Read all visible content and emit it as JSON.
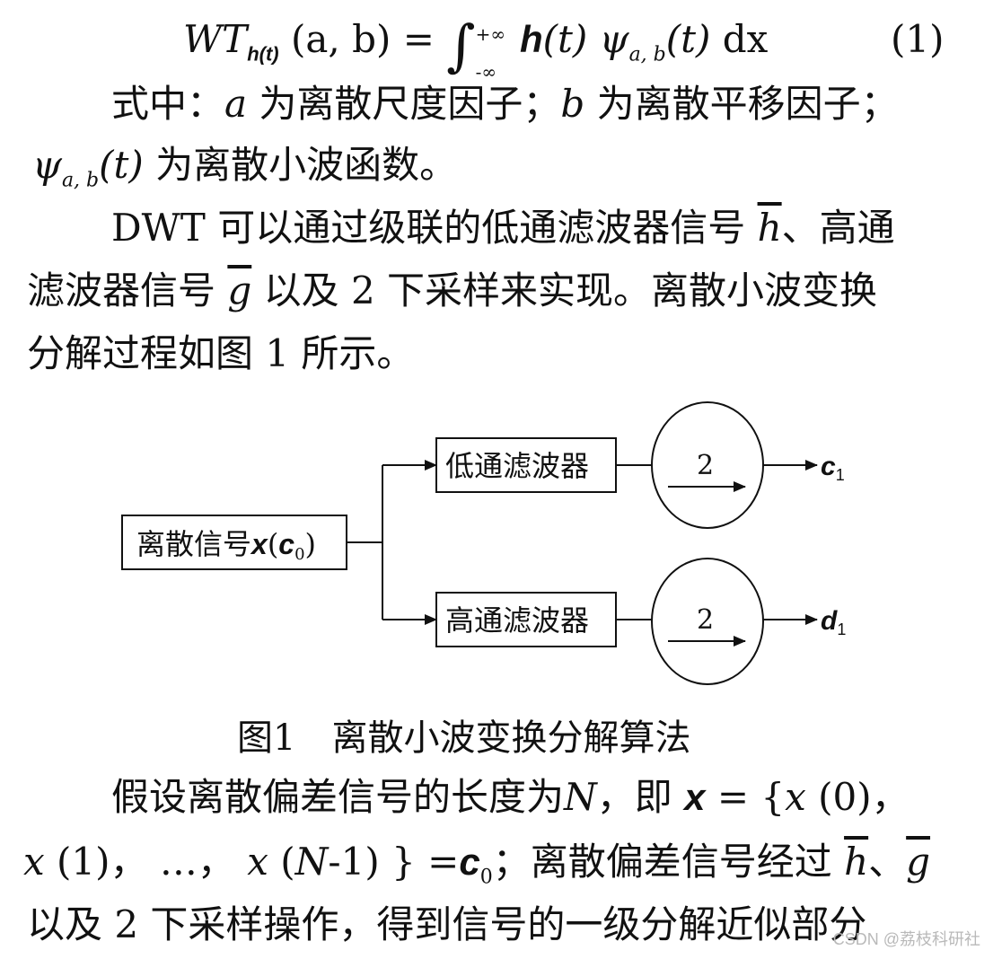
{
  "equation": {
    "lhs": "WT",
    "lhs_sub": "h(t)",
    "args": "(a, b) =",
    "int_upper": "+∞",
    "int_lower": "-∞",
    "integrand_h": "h",
    "integrand_t1": "(t)",
    "psi": "ψ",
    "psi_sub": "a, b",
    "integrand_t2": "(t)",
    "differential": "dx",
    "number": "(1)"
  },
  "para1": {
    "l1_a": "式中：",
    "l1_var_a": "a",
    "l1_b": " 为离散尺度因子；",
    "l1_var_b": "b",
    "l1_c": " 为离散平移因子；",
    "l2_psi": "ψ",
    "l2_psi_sub": "a, b",
    "l2_t": "(t)",
    "l2_rest": " 为离散小波函数。"
  },
  "para2": {
    "l1_a": "DWT 可以通过级联的低通滤波器信号 ",
    "l1_h": "h",
    "l1_b": "、高通",
    "l2_a": "滤波器信号 ",
    "l2_g": "g",
    "l2_b": " 以及 2 下采样来实现。离散小波变换",
    "l3": "分解过程如图 1 所示。"
  },
  "diagram": {
    "input_text": "离散信号",
    "input_x": "x",
    "input_open": "(",
    "input_c": "c",
    "input_c_sub": "0",
    "input_close": ")",
    "lowpass": "低通滤波器",
    "highpass": "高通滤波器",
    "down_top": "2",
    "down_bottom": "2",
    "out_top": "c",
    "out_top_sub": "1",
    "out_bottom": "d",
    "out_bottom_sub": "1"
  },
  "caption": "图1　离散小波变换分解算法",
  "para3": {
    "l1_a": "假设离散偏差信号的长度为",
    "l1_N": "N",
    "l1_b": "，即 ",
    "l1_x": "x",
    "l1_c": " = {",
    "l1_x0": "x",
    "l1_d": " (0)，",
    "l2_x1": "x",
    "l2_a": " (1)， …， ",
    "l2_xN": "x",
    "l2_b": " (",
    "l2_N": "N",
    "l2_c": "-1) } =",
    "l2_c0": "c",
    "l2_c0_sub": "0",
    "l2_d": "；离散偏差信号经过 ",
    "l2_h": "h",
    "l2_e": "、",
    "l2_g": "g",
    "l3": "以及 2 下采样操作，得到信号的一级分解近似部分"
  },
  "watermark": "CSDN @荔枝科研社"
}
